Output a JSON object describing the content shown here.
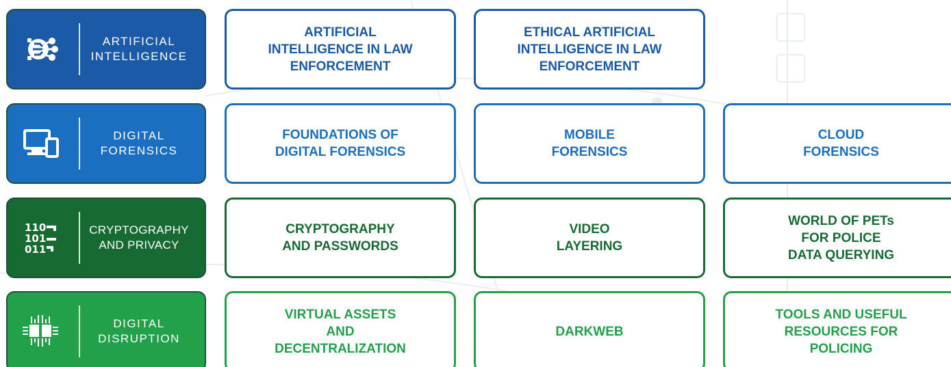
{
  "colors": {
    "ai_dark": "#1a5aa6",
    "df_blue": "#1b6fc0",
    "cp_green": "#186a33",
    "dd_green": "#23a04a",
    "border_dark": "#1f4f3f"
  },
  "rows": [
    {
      "category": {
        "lines": [
          "ARTIFICIAL",
          "INTELLIGENCE"
        ],
        "icon": "ai-chip-icon"
      },
      "courses": [
        {
          "lines": [
            "ARTIFICIAL",
            "INTELLIGENCE IN LAW",
            "ENFORCEMENT"
          ]
        },
        {
          "lines": [
            "ETHICAL ARTIFICIAL",
            "INTELLIGENCE IN LAW",
            "ENFORCEMENT"
          ]
        }
      ]
    },
    {
      "category": {
        "lines": [
          "DIGITAL",
          "FORENSICS"
        ],
        "icon": "devices-icon"
      },
      "courses": [
        {
          "lines": [
            "FOUNDATIONS OF",
            "DIGITAL FORENSICS"
          ]
        },
        {
          "lines": [
            "MOBILE",
            "FORENSICS"
          ]
        },
        {
          "lines": [
            "CLOUD",
            "FORENSICS"
          ]
        }
      ]
    },
    {
      "category": {
        "lines": [
          "CRYPTOGRAPHY",
          "AND PRIVACY"
        ],
        "icon": "binary-code-icon"
      },
      "courses": [
        {
          "lines": [
            "CRYPTOGRAPHY",
            "AND PASSWORDS"
          ]
        },
        {
          "lines": [
            "VIDEO",
            "LAYERING"
          ]
        },
        {
          "lines": [
            "WORLD OF PETs",
            "FOR POLICE",
            "DATA QUERYING"
          ]
        }
      ]
    },
    {
      "category": {
        "lines": [
          "DIGITAL",
          "DISRUPTION"
        ],
        "icon": "circuit-chip-icon"
      },
      "courses": [
        {
          "lines": [
            "VIRTUAL ASSETS",
            "AND",
            "DECENTRALIZATION"
          ]
        },
        {
          "lines": [
            "DARKWEB"
          ]
        },
        {
          "lines": [
            "TOOLS AND USEFUL",
            "RESOURCES FOR",
            "POLICING"
          ]
        }
      ]
    }
  ]
}
